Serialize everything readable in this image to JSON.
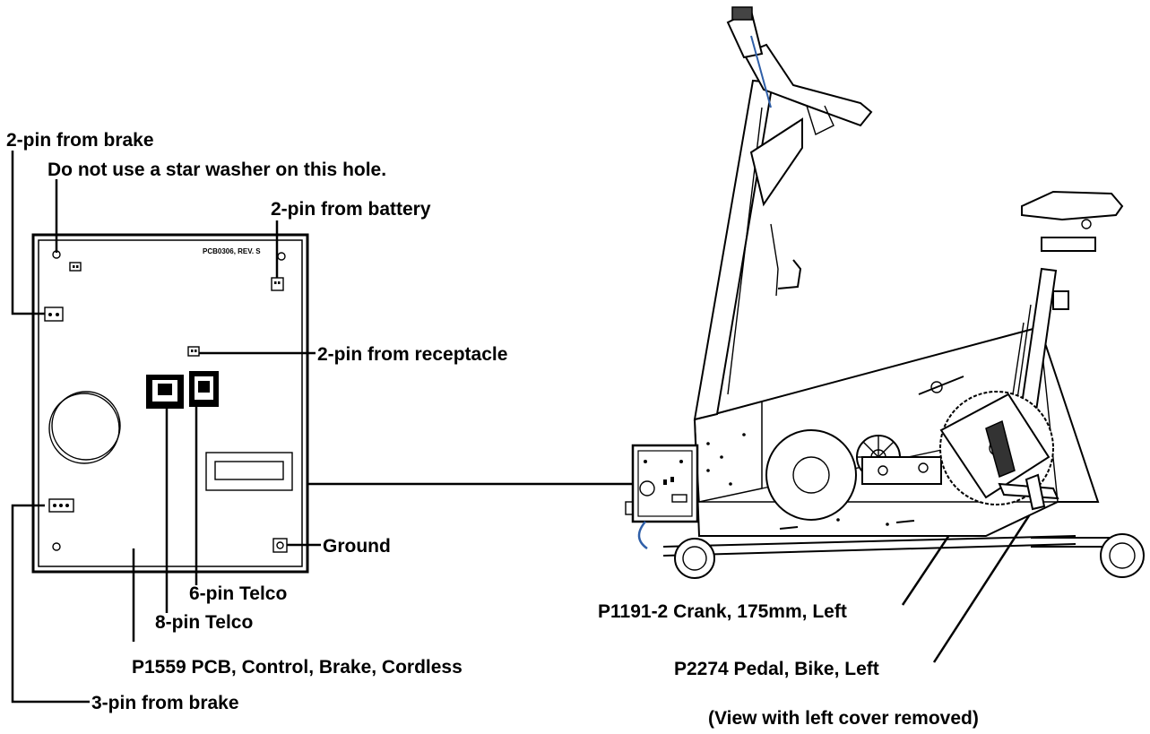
{
  "labels": {
    "brake_2pin": "2-pin from brake",
    "star_washer_note": "Do not use a star washer on this hole.",
    "battery_2pin": "2-pin from battery",
    "board_marking": "PCB0306, REV. S",
    "receptacle_2pin": "2-pin from receptacle",
    "ground": "Ground",
    "telco_6pin": "6-pin Telco",
    "telco_8pin": "8-pin Telco",
    "pcb_part": "P1559 PCB, Control, Brake, Cordless",
    "brake_3pin": "3-pin from brake",
    "crank_part": "P1191-2 Crank, 175mm, Left",
    "pedal_part": "P2274 Pedal, Bike, Left",
    "view_note": "(View with left cover removed)"
  },
  "colors": {
    "ink": "#000000",
    "paper": "#ffffff",
    "cable_blue": "#2f5fa8"
  }
}
